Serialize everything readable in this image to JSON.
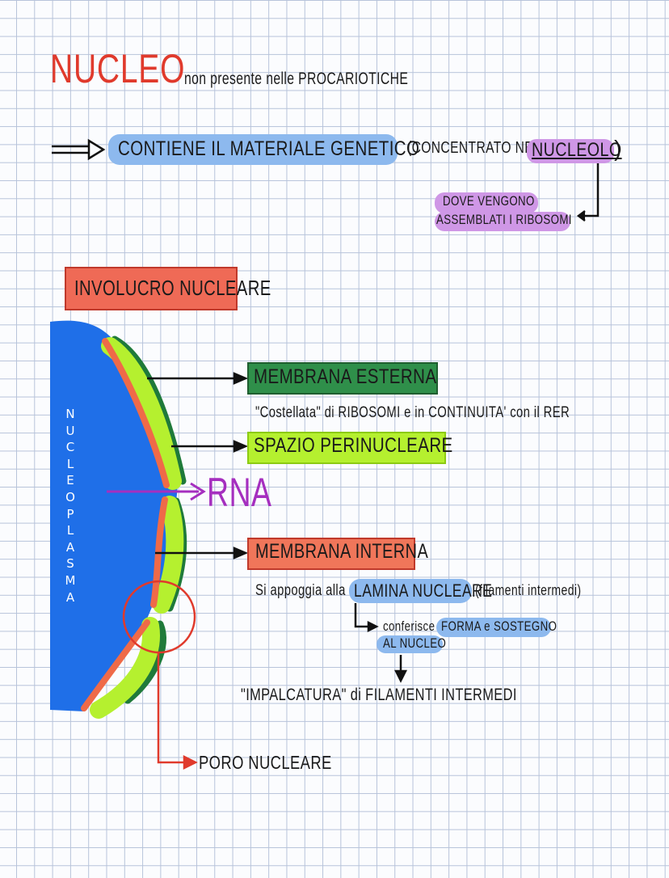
{
  "title": "NUCLEO",
  "subtitle": "non presente nelle PROCARIOTICHE",
  "genetic": {
    "main": "CONTIENE IL MATERIALE GENETICO",
    "paren_open": "(CONCENTRATO NEL",
    "nucleolo": "NUCLEOLO",
    "paren_close": ")"
  },
  "ribosomi": {
    "line1": "DOVE VENGONO",
    "line2": "ASSEMBLATI I RIBOSOMI"
  },
  "involucro": "INVOLUCRO NUCLEARE",
  "nucleoplasma": "NUCLEOPLASMA",
  "membrana_esterna": {
    "label": "MEMBRANA ESTERNA",
    "note": "\"Costellata\" di RIBOSOMI e in CONTINUITA' con il RER"
  },
  "spazio": "SPAZIO PERINUCLEARE",
  "rna": "RNA",
  "membrana_interna": {
    "label": "MEMBRANA INTERNA",
    "note_prefix": "Si appoggia alla",
    "lamina": "LAMINA NUCLEARE",
    "filamenti": "(filamenti intermedi)"
  },
  "conferisce": {
    "prefix": "conferisce",
    "highlight1": "FORMA e SOSTEGNO",
    "highlight2": "AL NUCLEO"
  },
  "impalcatura": "\"IMPALCATURA\" di FILAMENTI INTERMEDI",
  "poro": "PORO NUCLEARE",
  "colors": {
    "red": "#e03a2c",
    "blue_nucleus": "#1f6fe8",
    "dark_green": "#1f7a3a",
    "light_green": "#b5f02f",
    "orange": "#f0765a",
    "purple": "#a52fbf",
    "highlight_blue": "#8db9ee",
    "highlight_purple": "#cf97e6"
  }
}
